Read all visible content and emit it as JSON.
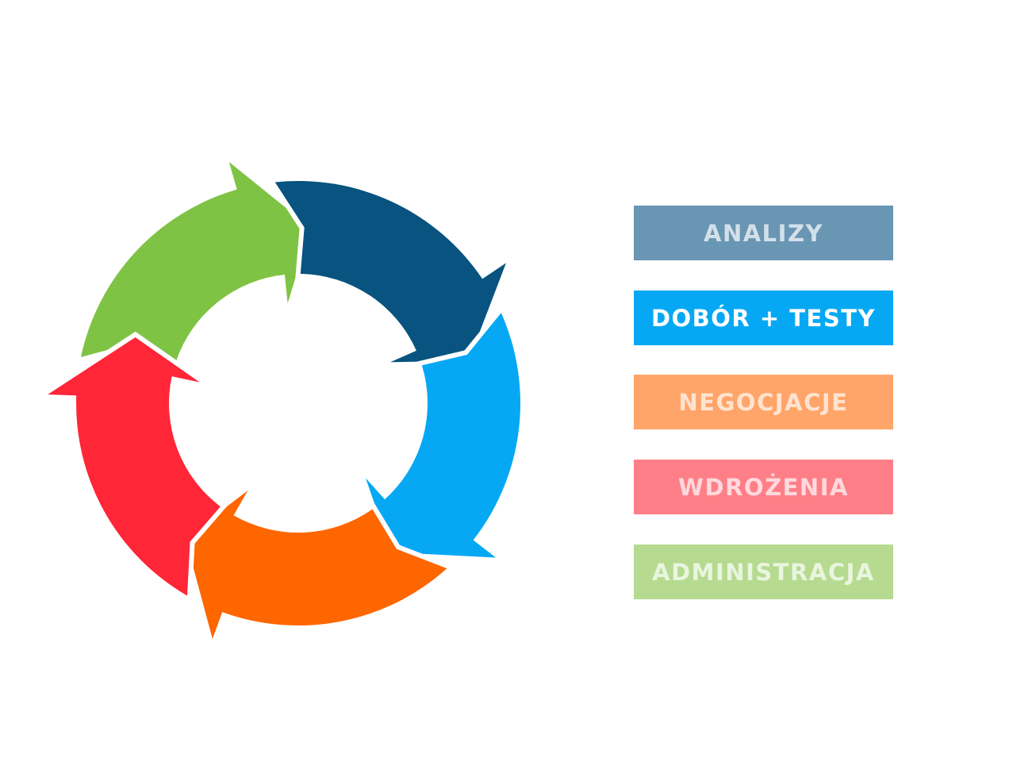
{
  "steps": [
    {
      "label": "ANALIZY",
      "arc_color": "#08537f",
      "box_color": "#6996b3",
      "text_color": "#d3e0ea",
      "active": false
    },
    {
      "label": "DOBÓR + TESTY",
      "arc_color": "#06a8f3",
      "box_color": "#06a8f3",
      "text_color": "#ffffff",
      "active": true
    },
    {
      "label": "NEGOCJACJE",
      "arc_color": "#fe6600",
      "box_color": "#ffa569",
      "text_color": "#ffe3d0",
      "active": false
    },
    {
      "label": "WDROŻENIA",
      "arc_color": "#ff2637",
      "box_color": "#ff7f88",
      "text_color": "#ffd9dd",
      "active": false
    },
    {
      "label": "ADMINISTRACJA",
      "arc_color": "#7fc344",
      "box_color": "#b6da90",
      "text_color": "#e9f5de",
      "active": false
    }
  ],
  "colors": {
    "background": "#ffffff",
    "gap": "#ffffff"
  }
}
